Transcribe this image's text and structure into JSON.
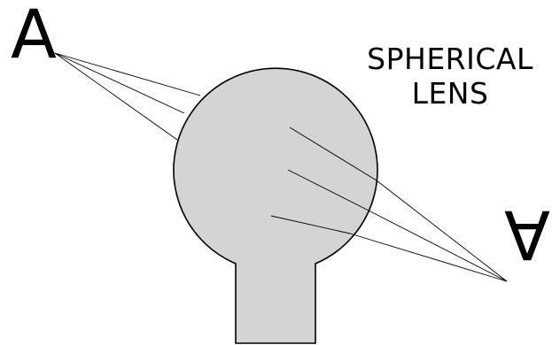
{
  "title": {
    "line1": "SPHERICAL",
    "line2": "LENS"
  },
  "object_letter": "A",
  "image_letter": "A",
  "colors": {
    "lens_fill": "#d4d4d4",
    "stroke": "#000000",
    "background": "#ffffff"
  }
}
